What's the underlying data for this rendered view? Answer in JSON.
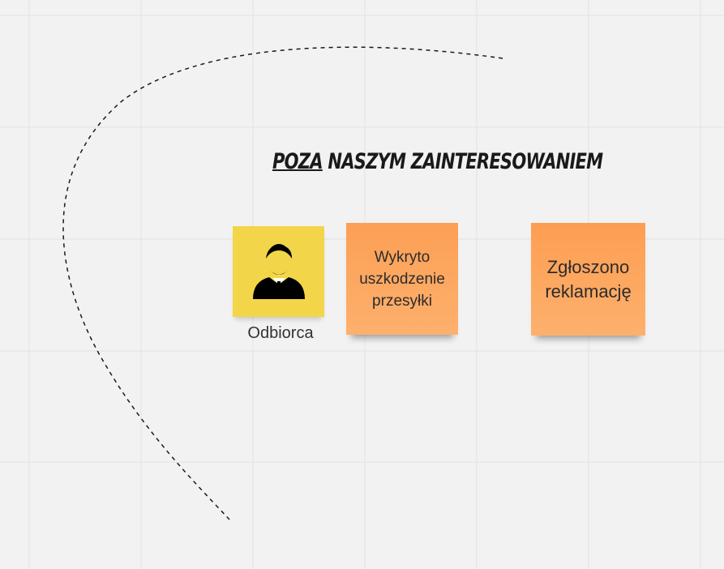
{
  "board": {
    "title_underlined": "Poza",
    "title_rest": " naszym zainteresowaniem",
    "person_caption": "Odbiorca",
    "icons": {
      "person": "person-in-suit-icon"
    },
    "colors": {
      "background": "#f2f2f2",
      "yellow_note": "#f3d54a",
      "orange_note": "#fda25d",
      "grid": "#e2e2e2"
    }
  },
  "stickies": [
    {
      "id": "event-1",
      "text": "Wykryto uszkodzenie przesyłki"
    },
    {
      "id": "event-2",
      "text": "Zgłoszono reklamację"
    }
  ]
}
